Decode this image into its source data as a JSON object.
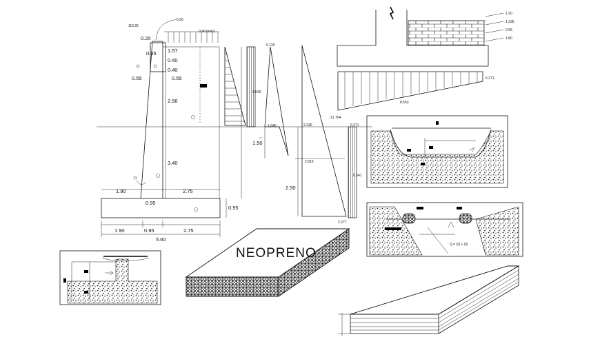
{
  "labels": {
    "neopreno": "NEOPRENO",
    "total_width": "5.60",
    "top_width": "0.20",
    "elev": "116.25",
    "top_tick": "0.20",
    "load": "0.96 tn/m2",
    "d157": "1.57",
    "d035": "0.35",
    "d040a": "0.40",
    "d040b": "0.40",
    "d055a": "0.55",
    "d055b": "0.55",
    "d256": "2.56",
    "d340": "3.40",
    "d190a": "1.90",
    "d275a": "2.75",
    "d095a": "0.95",
    "d095b": "0.95",
    "d190b": "1.90",
    "d095c": "0.95",
    "d275b": "2.75",
    "tri_120": "0.120",
    "tri_2640": "2.640",
    "tri_1640": "1.640",
    "d150": "1.50",
    "tri_2240": "2.240",
    "tri_2916": "2.916",
    "d250": "2.50",
    "tri_2277": "2.277",
    "tri_0271": "0.271",
    "tri_0541": "0.541",
    "tr_120": "1.20",
    "tr_1336": "1.336",
    "tr_096": "0.96",
    "tr_180": "1.80",
    "tr_6271": "6.271",
    "tr_21704": "21.704",
    "tr_8553": "8.553",
    "formula": "Q = (Q + Q)"
  },
  "colors": {
    "line": "#111111",
    "paper": "#ffffff",
    "fill_mark": "#000000"
  }
}
